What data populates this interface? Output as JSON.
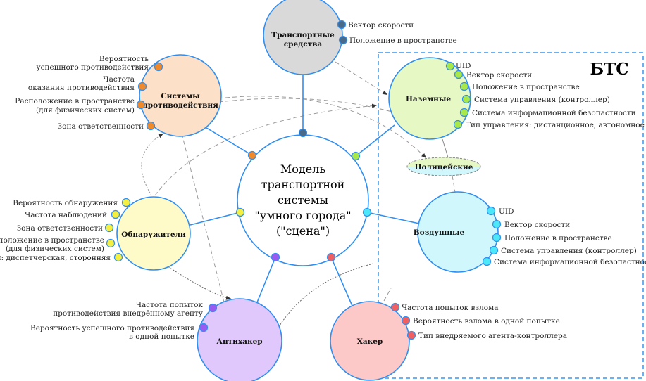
{
  "center": {
    "lines": [
      "Модель",
      "транспортной",
      "системы",
      "\"умного города\"",
      "(\"сцена\")"
    ]
  },
  "transport": {
    "title": [
      "Транспортные",
      "средства"
    ],
    "attrs": [
      "Вектор скорости",
      "Положение в пространстве"
    ]
  },
  "counter": {
    "title": [
      "Системы",
      "противодействия"
    ],
    "attrs": [
      [
        "Вероятность",
        "успешного противодействия"
      ],
      [
        "Частота",
        "оказания противодействия"
      ],
      [
        "Расположение в пространстве",
        "(для физических систем)"
      ],
      [
        "Зона ответственности"
      ]
    ]
  },
  "detectors": {
    "title": "Обнаружители",
    "attrs": [
      [
        "Вероятность обнаружения"
      ],
      [
        "Частота наблюдений"
      ],
      [
        "Зона ответственности"
      ],
      [
        "Расположение в пространстве",
        "(для физических систем)"
      ],
      [
        "Тип: диспетчерская, сторонняя"
      ]
    ]
  },
  "antihacker": {
    "title": "Антихакер",
    "attrs": [
      [
        "Частота попыток",
        "противодействия внедрённому агенту"
      ],
      [
        "Вероятность успешного противодействия",
        "в одной попытке"
      ]
    ]
  },
  "hacker": {
    "title": "Хакер",
    "attrs": [
      "Частота попыток взлома",
      "Вероятность взлома в одной попытке",
      "Тип внедряемого агента-контроллера"
    ]
  },
  "bts": {
    "title": "БТС",
    "ground": {
      "title": "Наземные",
      "attrs": [
        "UID",
        "Вектор скорости",
        "Положение в пространстве",
        "Система управления (контроллер)",
        "Система информационной безопастности",
        "Тип управления: дистанционное, автономное"
      ]
    },
    "police": {
      "title": "Полицейские"
    },
    "air": {
      "title": "Воздушные",
      "attrs": [
        "UID",
        "Вектор скорости",
        "Положение в пространстве",
        "Система управления (контроллер)",
        "Система информационной безопастности"
      ]
    }
  },
  "colors": {
    "link": "#2f8ef0",
    "transport": "#d9d9d9",
    "counter": "#fde0c8",
    "detectors": "#fefbc8",
    "antihacker": "#e0c8fc",
    "hacker": "#fcc8c8",
    "ground": "#e6f8c4",
    "air": "#d0f8fc"
  }
}
